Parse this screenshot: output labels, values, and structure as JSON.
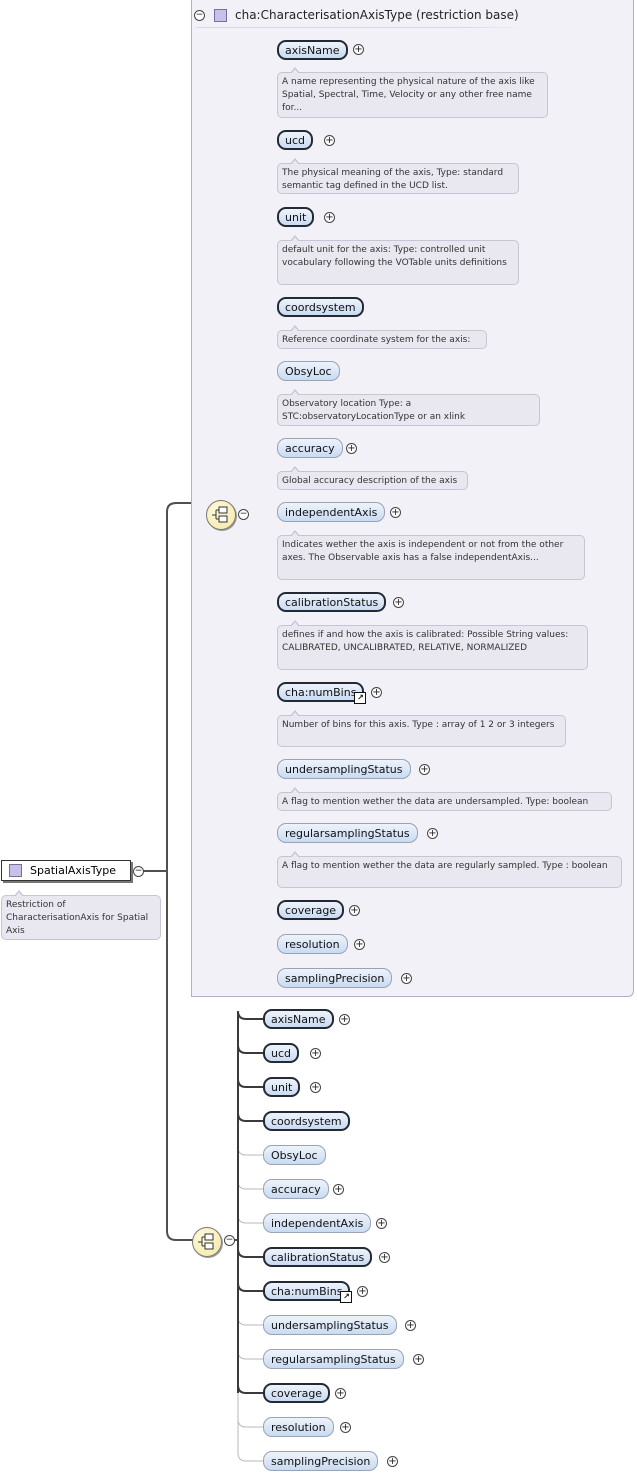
{
  "root": {
    "label": "SpatialAxisType",
    "doc": "Restriction of CharacterisationAxis for Spatial Axis"
  },
  "group": {
    "title": "cha:CharacterisationAxisType (restriction base)",
    "items": [
      {
        "label": "axisName",
        "doc": "A name representing the physical nature of the axis like Spatial, Spectral, Time, Velocity or any other free name for..."
      },
      {
        "label": "ucd",
        "doc": "The physical meaning of the axis, Type: standard semantic tag defined in the UCD list."
      },
      {
        "label": "unit",
        "doc": "default unit for the axis: Type: controlled unit vocabulary following the VOTable units definitions"
      },
      {
        "label": "coordsystem",
        "doc": "Reference coordinate system for the axis:"
      },
      {
        "label": "ObsyLoc",
        "doc": "Observatory location Type: a STC:observatoryLocationType or an xlink"
      },
      {
        "label": "accuracy",
        "doc": "Global accuracy description of the axis"
      },
      {
        "label": "independentAxis",
        "doc": "Indicates wether the axis is independent or not from the other axes. The Observable axis has a false independentAxis..."
      },
      {
        "label": "calibrationStatus",
        "doc": "defines if and how the axis is calibrated: Possible String values: CALIBRATED, UNCALIBRATED, RELATIVE, NORMALIZED"
      },
      {
        "label": "cha:numBins",
        "doc": "Number of bins for this axis. Type : array of 1 2 or 3 integers"
      },
      {
        "label": "undersamplingStatus",
        "doc": "A flag to mention wether the data are undersampled. Type: boolean"
      },
      {
        "label": "regularsamplingStatus",
        "doc": "A flag to mention wether the data are regularly sampled. Type : boolean"
      },
      {
        "label": "coverage"
      },
      {
        "label": "resolution"
      },
      {
        "label": "samplingPrecision"
      }
    ]
  },
  "sequence2": {
    "items": [
      {
        "label": "axisName"
      },
      {
        "label": "ucd"
      },
      {
        "label": "unit"
      },
      {
        "label": "coordsystem"
      },
      {
        "label": "ObsyLoc"
      },
      {
        "label": "accuracy"
      },
      {
        "label": "independentAxis"
      },
      {
        "label": "calibrationStatus"
      },
      {
        "label": "cha:numBins"
      },
      {
        "label": "undersamplingStatus"
      },
      {
        "label": "regularsamplingStatus"
      },
      {
        "label": "coverage"
      },
      {
        "label": "resolution"
      },
      {
        "label": "samplingPrecision"
      }
    ]
  },
  "icons": {
    "type": "square-type-icon",
    "sequence": "sequence-icon",
    "expand": "plus-icon",
    "collapse": "minus-icon",
    "reference": "reference-arrow-icon"
  },
  "colors": {
    "group_bg": "#f3f1f8",
    "element_fill": "#c9dbf2",
    "doc_bg": "#e9e7f0",
    "sequence_fill": "#f4e6a0"
  }
}
